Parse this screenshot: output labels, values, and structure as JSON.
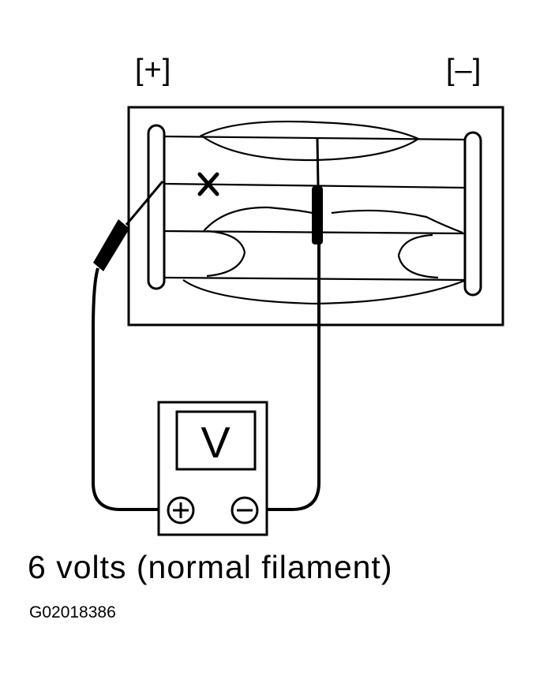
{
  "terminals": {
    "positive_label": "[+]",
    "negative_label": "[–]"
  },
  "voltmeter": {
    "display": "V",
    "plus_symbol": "+",
    "minus_symbol": "−"
  },
  "caption": "6 volts (normal filament)",
  "figure_id": "G02018386",
  "icons": [
    "broken-filament-x-icon",
    "voltmeter-icon",
    "probe-icon"
  ]
}
